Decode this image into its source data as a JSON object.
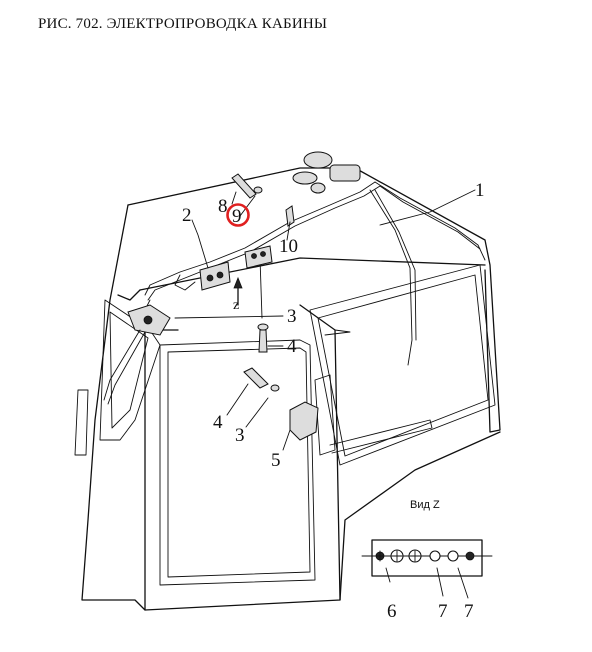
{
  "figure": {
    "title": "РИС. 702. ЭЛЕКТРОПРОВОДКА КАБИНЫ",
    "view_label": "Вид Z",
    "view_arrow_letter": "z"
  },
  "callouts": [
    {
      "id": "c1",
      "label": "1"
    },
    {
      "id": "c2",
      "label": "2"
    },
    {
      "id": "c3a",
      "label": "3"
    },
    {
      "id": "c4a",
      "label": "4"
    },
    {
      "id": "c4b",
      "label": "4"
    },
    {
      "id": "c3b",
      "label": "3"
    },
    {
      "id": "c5",
      "label": "5"
    },
    {
      "id": "c8",
      "label": "8"
    },
    {
      "id": "c9",
      "label": "9",
      "highlighted": true
    },
    {
      "id": "c10",
      "label": "10"
    },
    {
      "id": "c6",
      "label": "6"
    },
    {
      "id": "c7a",
      "label": "7"
    },
    {
      "id": "c7b",
      "label": "7"
    }
  ],
  "colors": {
    "line": "#111111",
    "highlight_circle": "#e02020",
    "background": "#ffffff"
  }
}
